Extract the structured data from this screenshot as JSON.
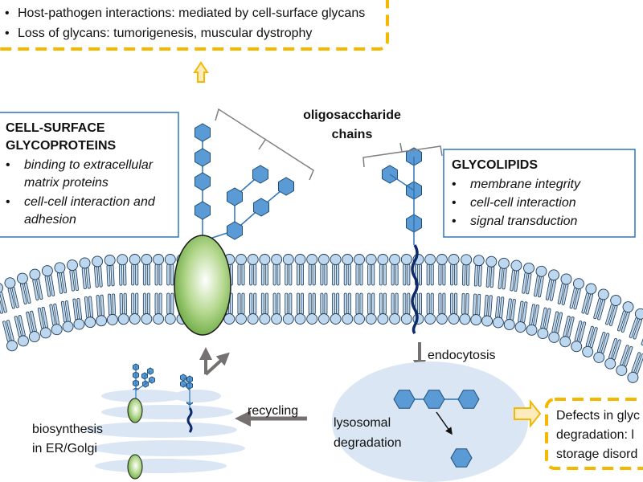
{
  "top_box": {
    "items": [
      "Host-pathogen interactions: mediated by cell-surface glycans",
      "Loss of glycans: tumorigenesis, muscular dystrophy"
    ]
  },
  "glycoproteins_box": {
    "title_line1": "CELL-SURFACE",
    "title_line2": "GLYCOPROTEINS",
    "items": [
      [
        "binding to extracellular",
        "matrix proteins"
      ],
      [
        "cell-cell interaction and",
        "adhesion"
      ]
    ]
  },
  "oligosaccharide_label": {
    "line1": "oligosaccharide",
    "line2": "chains"
  },
  "glycolipids_box": {
    "title": "GLYCOLIPIDS",
    "items": [
      "membrane integrity",
      "cell-cell interaction",
      "signal transduction"
    ]
  },
  "labels": {
    "endocytosis": "endocytosis",
    "recycling": "recycling",
    "lysosomal_line1": "lysosomal",
    "lysosomal_line2": "degradation",
    "biosynthesis_line1": "biosynthesis",
    "biosynthesis_line2": "in ER/Golgi"
  },
  "defects_box": {
    "lines": [
      "Defects in glyc",
      "degradation: l",
      "storage disord"
    ]
  },
  "colors": {
    "box_border": "#2e75b6",
    "dashed_border": "#f5b800",
    "hexagon": "#5b9bd5",
    "lipid_head": "#bdd7ee",
    "protein_green": "#70ad47",
    "lysosome": "#dae6f3",
    "arrow_grey": "#767171",
    "glycolipid_tail": "#0d2a6b"
  }
}
